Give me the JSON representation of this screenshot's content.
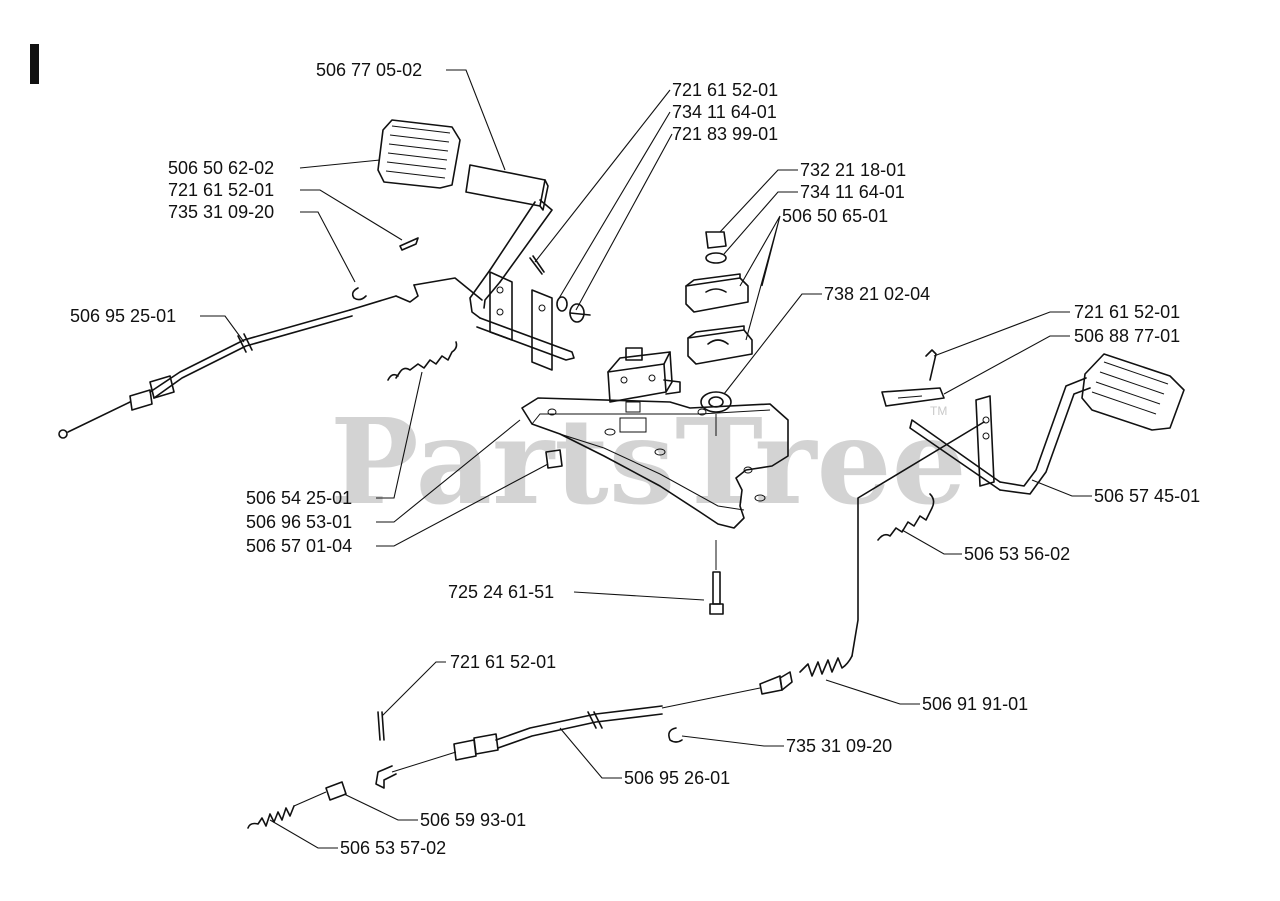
{
  "section_marker": "I",
  "watermark": {
    "text": "PartsTree",
    "trademark": "TM"
  },
  "parts": [
    {
      "id": "p01",
      "number": "506 77 05-02"
    },
    {
      "id": "p02",
      "number": "721 61 52-01"
    },
    {
      "id": "p03",
      "number": "734 11 64-01"
    },
    {
      "id": "p04",
      "number": "721 83 99-01"
    },
    {
      "id": "p05",
      "number": "506 50 62-02"
    },
    {
      "id": "p06",
      "number": "721 61 52-01"
    },
    {
      "id": "p07",
      "number": "735 31 09-20"
    },
    {
      "id": "p08",
      "number": "732 21 18-01"
    },
    {
      "id": "p09",
      "number": "734 11 64-01"
    },
    {
      "id": "p10",
      "number": "506 50 65-01"
    },
    {
      "id": "p11",
      "number": "738 21 02-04"
    },
    {
      "id": "p12",
      "number": "506 95 25-01"
    },
    {
      "id": "p13",
      "number": "721 61 52-01"
    },
    {
      "id": "p14",
      "number": "506 88 77-01"
    },
    {
      "id": "p15",
      "number": "506 57 45-01"
    },
    {
      "id": "p16",
      "number": "506 54 25-01"
    },
    {
      "id": "p17",
      "number": "506 96 53-01"
    },
    {
      "id": "p18",
      "number": "506 57 01-04"
    },
    {
      "id": "p19",
      "number": "506 53 56-02"
    },
    {
      "id": "p20",
      "number": "725 24 61-51"
    },
    {
      "id": "p21",
      "number": "721 61 52-01"
    },
    {
      "id": "p22",
      "number": "506 91 91-01"
    },
    {
      "id": "p23",
      "number": "735 31 09-20"
    },
    {
      "id": "p24",
      "number": "506 95 26-01"
    },
    {
      "id": "p25",
      "number": "506 59 93-01"
    },
    {
      "id": "p26",
      "number": "506 53 57-02"
    }
  ]
}
